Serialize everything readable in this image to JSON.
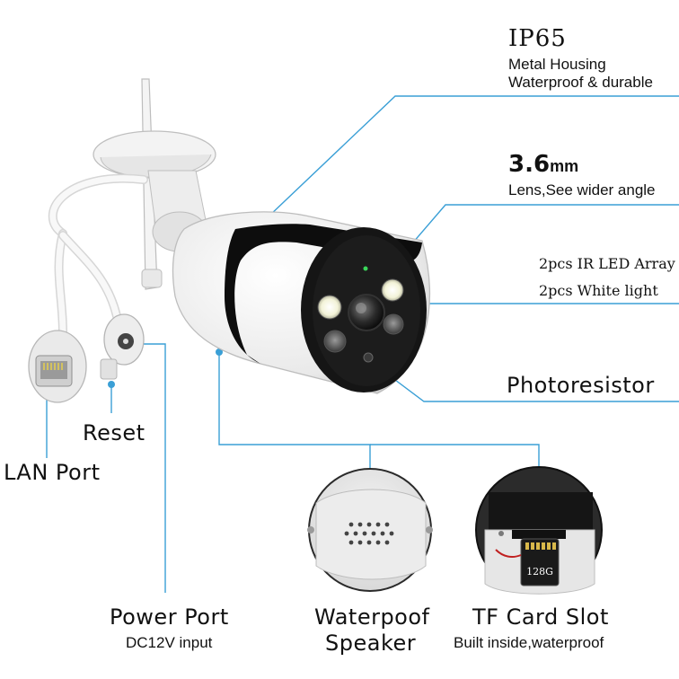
{
  "callouts": {
    "ip_rating": "IP65",
    "housing_line1": "Metal Housing",
    "housing_line2": "Waterproof & durable",
    "lens_value": "3.6",
    "lens_unit": "mm",
    "lens_desc": "Lens,See wider angle",
    "ir_led": "2pcs IR LED Array",
    "white_light": "2pcs White light",
    "photoresistor": "Photoresistor",
    "reset": "Reset",
    "lan_port": "LAN Port",
    "power_port": "Power Port",
    "power_desc": "DC12V input",
    "speaker_line1": "Waterpoof",
    "speaker_line2": "Speaker",
    "tf_card": "TF Card Slot",
    "tf_desc": "Built inside,waterproof",
    "sd_card_label": "128G"
  },
  "colors": {
    "leader_line": "#3a9fd6",
    "housing": "#f2f2f2",
    "face": "#111111"
  },
  "icons": [
    "camera-body-illustration",
    "antenna-icon",
    "speaker-grille-icon",
    "tf-card-icon",
    "rj45-port-icon",
    "dc-jack-icon"
  ]
}
